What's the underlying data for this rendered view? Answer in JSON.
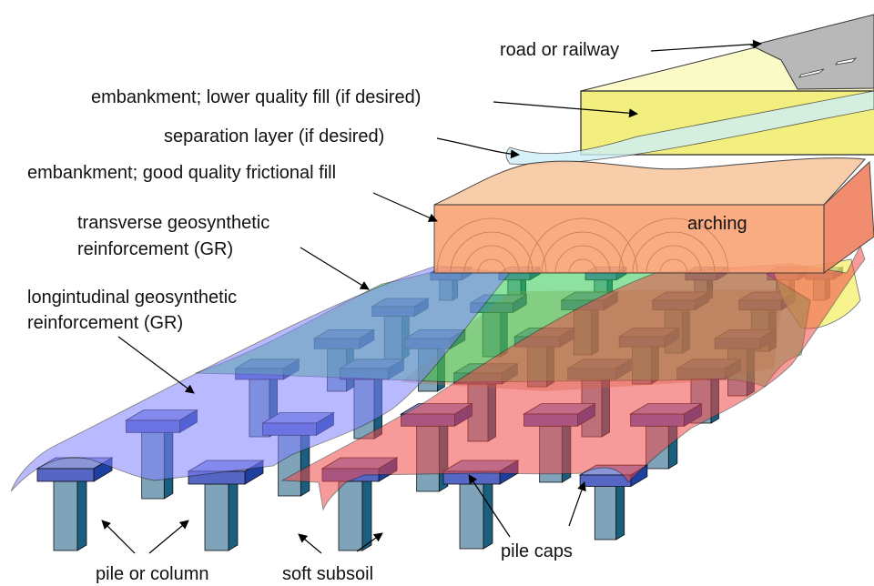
{
  "labels": {
    "road": "road or railway",
    "lower_fill": "embankment; lower quality fill (if desired)",
    "separation": "separation layer (if desired)",
    "good_fill": "embankment; good quality frictional fill",
    "transverse_1": "transverse geosynthetic",
    "transverse_2": "reinforcement (GR)",
    "longitudinal_1": "longintudinal geosynthetic",
    "longitudinal_2": "reinforcement (GR)",
    "arching": "arching",
    "pile": "pile or column",
    "subsoil": "soft subsoil",
    "caps": "pile caps"
  },
  "colors": {
    "longitudinal_gr": "#8080ff",
    "transverse_gr": "#33cc55",
    "red_gr": "#f04848",
    "yellow_gr": "#f4f060",
    "good_fill": "#f9a070",
    "lower_fill": "#f2ee80",
    "road": "#b8b8b8",
    "pile": "#7fa3b8",
    "pile_side": "#1a5f80"
  }
}
